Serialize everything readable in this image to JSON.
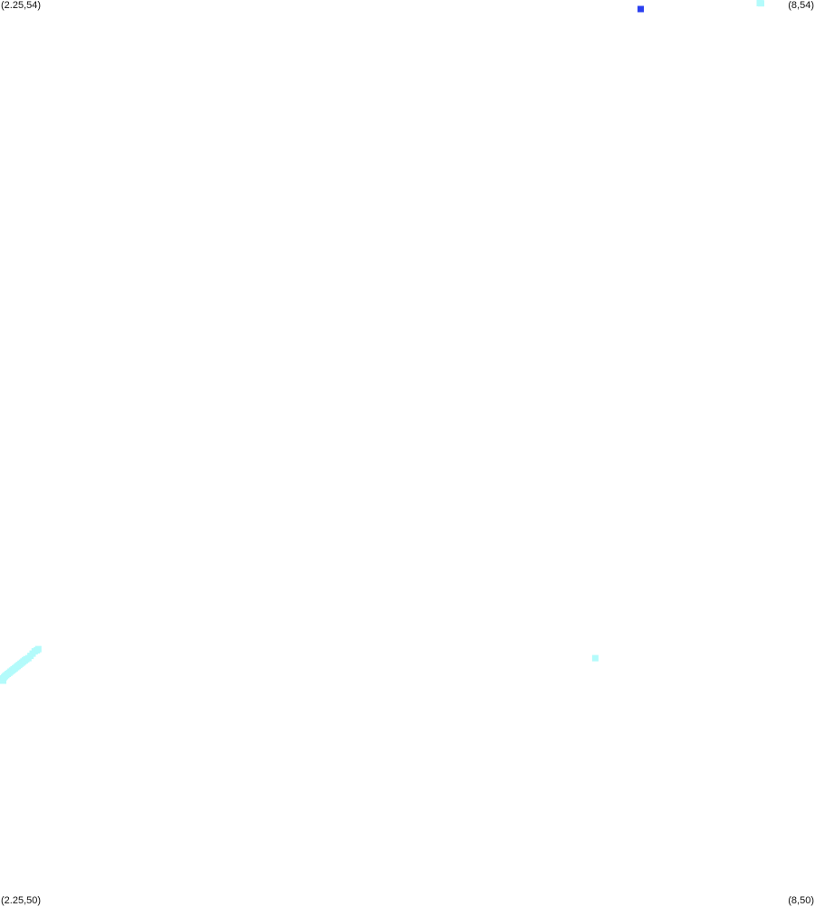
{
  "chart_data": {
    "type": "scatter",
    "title": "",
    "xlabel": "",
    "ylabel": "",
    "xlim": [
      2.25,
      8
    ],
    "ylim": [
      50,
      54
    ],
    "grid": false,
    "legend": "none",
    "corner_labels": {
      "top_left": "(2.25,54)",
      "top_right": "(8,54)",
      "bottom_left": "(2.25,50)",
      "bottom_right": "(8,50)"
    },
    "series": [
      {
        "color": "#b3fbfb",
        "marker": "square",
        "points": [
          {
            "x": 2.255,
            "y": 50.98
          },
          {
            "x": 2.262,
            "y": 50.985
          },
          {
            "x": 2.27,
            "y": 50.99
          },
          {
            "x": 2.278,
            "y": 50.995
          },
          {
            "x": 2.286,
            "y": 51.0
          },
          {
            "x": 2.295,
            "y": 51.005
          },
          {
            "x": 2.305,
            "y": 51.01
          },
          {
            "x": 2.315,
            "y": 51.015
          },
          {
            "x": 2.325,
            "y": 51.02
          },
          {
            "x": 2.335,
            "y": 51.025
          },
          {
            "x": 2.345,
            "y": 51.03
          },
          {
            "x": 2.355,
            "y": 51.035
          },
          {
            "x": 2.365,
            "y": 51.04
          },
          {
            "x": 2.375,
            "y": 51.045
          },
          {
            "x": 2.385,
            "y": 51.05
          },
          {
            "x": 2.395,
            "y": 51.055
          },
          {
            "x": 2.405,
            "y": 51.06
          },
          {
            "x": 2.415,
            "y": 51.065
          },
          {
            "x": 2.425,
            "y": 51.07
          },
          {
            "x": 2.435,
            "y": 51.075
          },
          {
            "x": 2.45,
            "y": 51.08
          },
          {
            "x": 2.465,
            "y": 51.09
          },
          {
            "x": 2.48,
            "y": 51.1
          },
          {
            "x": 2.495,
            "y": 51.11
          },
          {
            "x": 2.51,
            "y": 51.115
          },
          {
            "x": 2.52,
            "y": 51.12
          },
          {
            "x": 6.45,
            "y": 51.08
          },
          {
            "x": 7.61,
            "y": 53.99
          },
          {
            "x": 7.62,
            "y": 53.985
          }
        ]
      },
      {
        "color": "#2a3ff0",
        "marker": "square",
        "points": [
          {
            "x": 6.77,
            "y": 53.96
          }
        ]
      }
    ]
  }
}
